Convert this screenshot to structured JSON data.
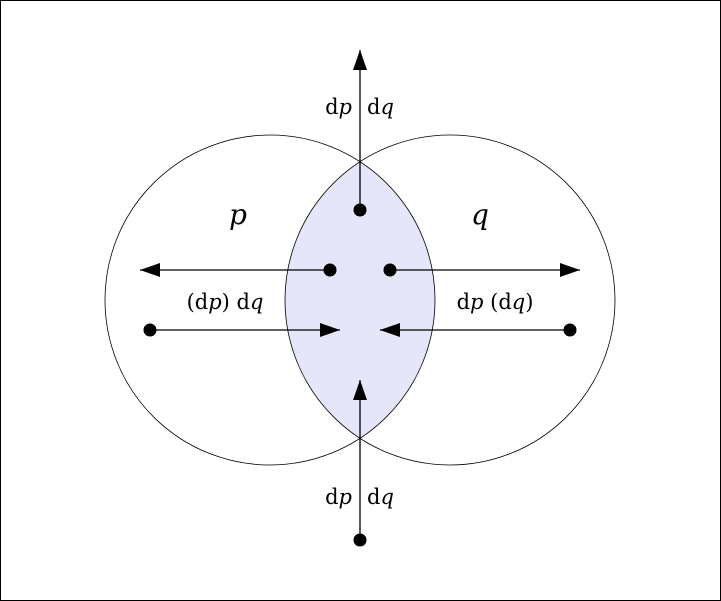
{
  "colors": {
    "lens_fill": "#e6e6fa",
    "stroke": "#000000"
  },
  "sets": {
    "left": "p",
    "right": "q"
  },
  "labels": {
    "top": [
      {
        "text": "d"
      },
      {
        "text": "p",
        "italic": true
      },
      {
        "text": "d"
      },
      {
        "text": "q",
        "italic": true
      }
    ],
    "bottom": [
      {
        "text": "d"
      },
      {
        "text": "p",
        "italic": true
      },
      {
        "text": "d"
      },
      {
        "text": "q",
        "italic": true
      }
    ],
    "left": [
      {
        "text": "(d"
      },
      {
        "text": "p",
        "italic": true
      },
      {
        "text": ") d"
      },
      {
        "text": "q",
        "italic": true
      }
    ],
    "right": [
      {
        "text": "d"
      },
      {
        "text": "p",
        "italic": true
      },
      {
        "text": " (d"
      },
      {
        "text": "q",
        "italic": true
      },
      {
        "text": ")"
      }
    ]
  }
}
